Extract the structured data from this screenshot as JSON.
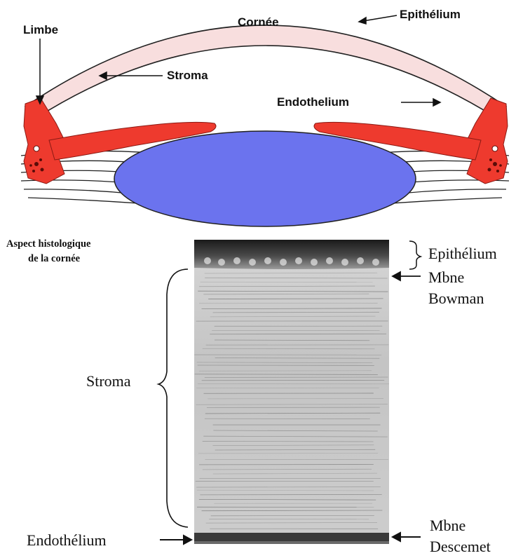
{
  "top_diagram": {
    "labels": {
      "cornea": "Cornée",
      "epithelium": "Epithélium",
      "limbus": "Limbe",
      "stroma": "Stroma",
      "endothelium": "Endothelium"
    },
    "colors": {
      "cornea_fill": "#f8dede",
      "iris_red": "#ee3a2e",
      "lens_blue": "#6b73ee",
      "outline": "#222222"
    }
  },
  "histology": {
    "title_line1": "Aspect histologique",
    "title_line2": "de la cornée",
    "labels": {
      "epithelium": "Epithélium",
      "bowman_line1": "Mbne",
      "bowman_line2": "Bowman",
      "stroma": "Stroma",
      "endothelium": "Endothélium",
      "descemet_line1": "Mbne",
      "descemet_line2": "Descemet"
    }
  }
}
